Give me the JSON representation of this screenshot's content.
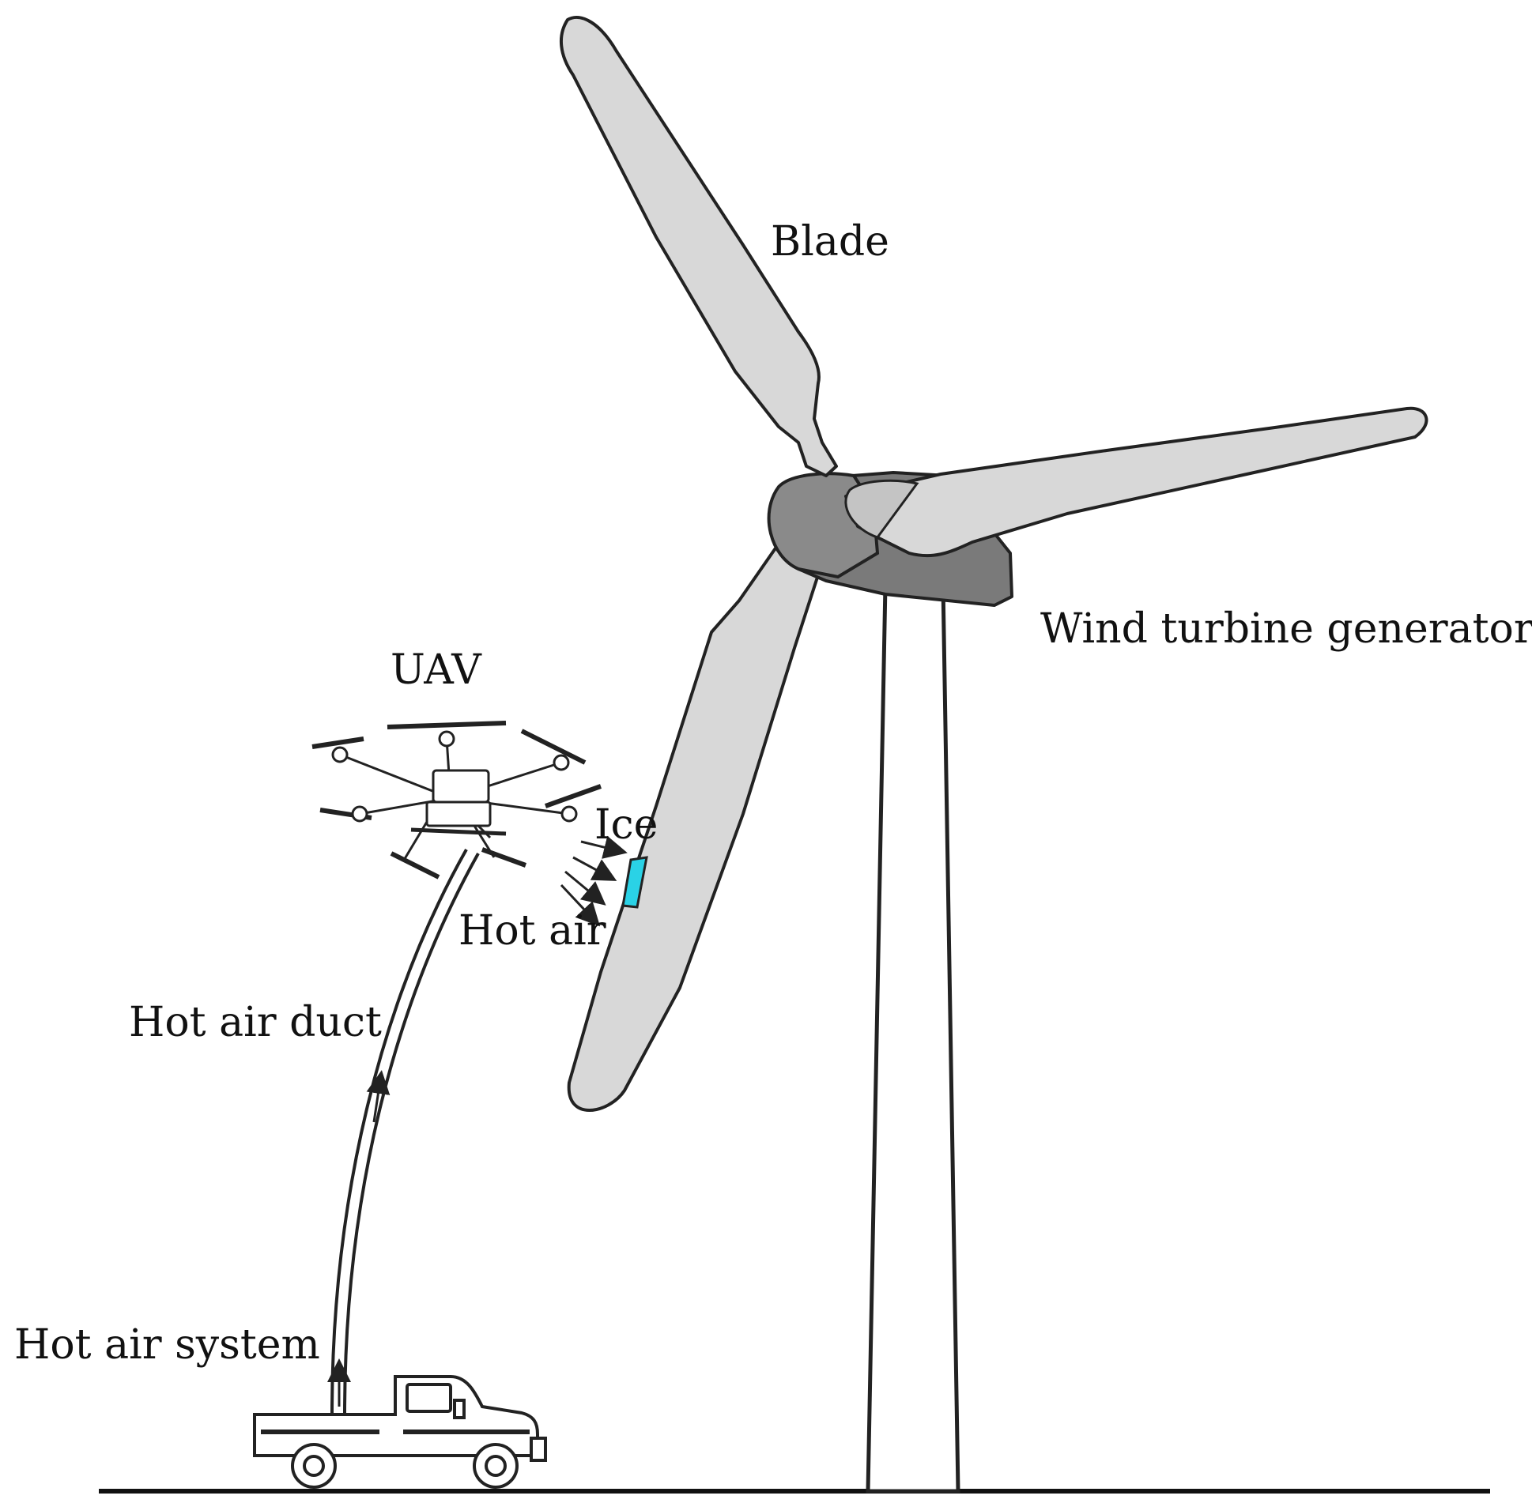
{
  "labels": {
    "blade": "Blade",
    "wind_turbine_generator": "Wind turbine generator",
    "uav": "UAV",
    "ice": "Ice",
    "hot_air": "Hot air",
    "hot_air_duct": "Hot air duct",
    "hot_air_system": "Hot air system"
  },
  "colors": {
    "blade_fill": "#d8d8d8",
    "nacelle_fill": "#7a7a7a",
    "hub_light": "#c4c4c4",
    "ice_fill": "#2ad2e6",
    "outline": "#222222",
    "background": "#ffffff"
  }
}
